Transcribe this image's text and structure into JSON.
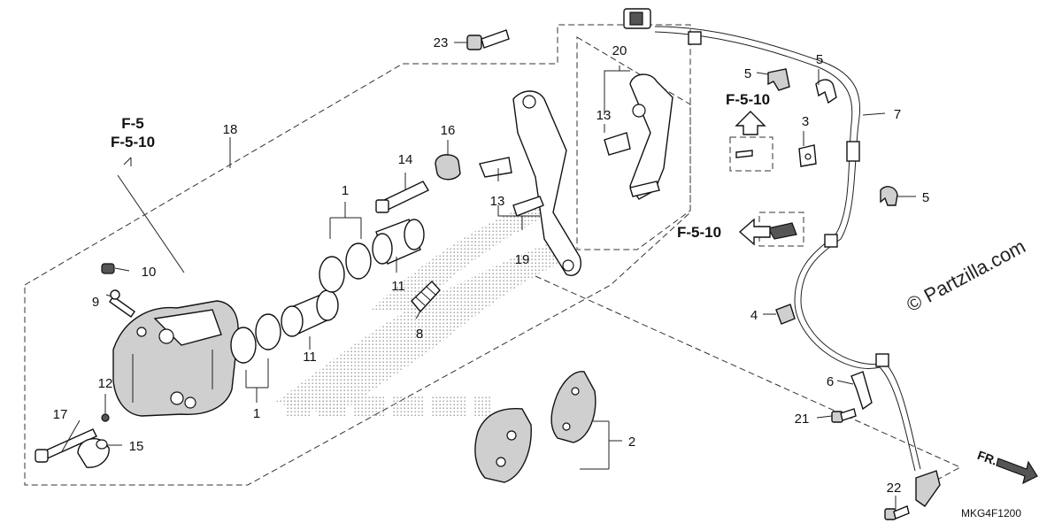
{
  "diagram": {
    "callouts": {
      "c1_top": "1",
      "c1_bottom": "1",
      "c2": "2",
      "c3": "3",
      "c4": "4",
      "c5_a": "5",
      "c5_b": "5",
      "c5_c": "5",
      "c6": "6",
      "c7": "7",
      "c8": "8",
      "c9": "9",
      "c10": "10",
      "c11_a": "11",
      "c11_b": "11",
      "c12": "12",
      "c13_a": "13",
      "c13_b": "13",
      "c14": "14",
      "c15": "15",
      "c16": "16",
      "c17": "17",
      "c18": "18",
      "c19": "19",
      "c20": "20",
      "c21": "21",
      "c22": "22",
      "c23": "23"
    },
    "refs": {
      "left_f5": "F-5",
      "left_f510": "F-5-10",
      "right_up": "F-5-10",
      "right_left": "F-5-10"
    },
    "watermark": "© Partzilla.com",
    "part_code": "MKG4F1200",
    "direction": "FR."
  },
  "colors": {
    "line": "#111111",
    "part_fill": "#ffffff",
    "shade": "#cfcfcf",
    "logo_dots": "#9a9a9a"
  }
}
